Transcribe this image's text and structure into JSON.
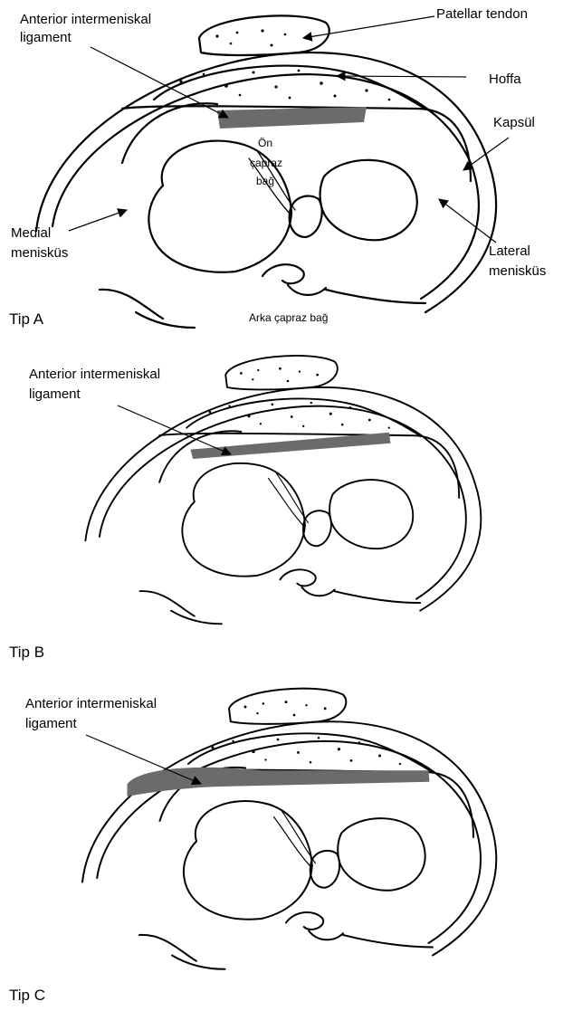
{
  "colors": {
    "line": "#000000",
    "ligament": "#6b6b6b",
    "background": "#ffffff"
  },
  "panel_a": {
    "tip_label": "Tip A",
    "ligament_label_line1": "Anterior intermeniskal",
    "ligament_label_line2": "ligament",
    "patellar_tendon": "Patellar tendon",
    "hoffa": "Hoffa",
    "capsule": "Kapsül",
    "acl_line1": "Ön",
    "acl_line2": "çapraz",
    "acl_line3": "bağ",
    "medial_line1": "Medial",
    "medial_line2": "menisküs",
    "lateral_line1": "Lateral",
    "lateral_line2": "menisküs",
    "pcl": "Arka çapraz bağ"
  },
  "panel_b": {
    "tip_label": "Tip B",
    "ligament_label_line1": "Anterior intermeniskal",
    "ligament_label_line2": "ligament"
  },
  "panel_c": {
    "tip_label": "Tip C",
    "ligament_label_line1": "Anterior intermeniskal",
    "ligament_label_line2": "ligament"
  }
}
